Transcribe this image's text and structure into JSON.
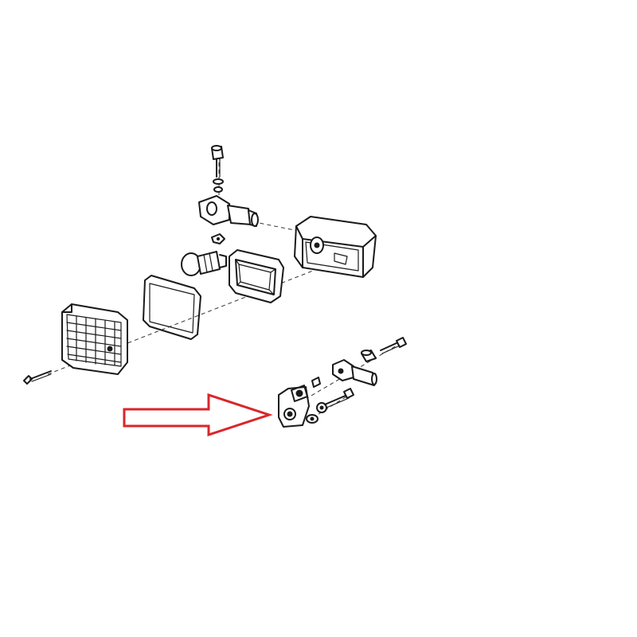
{
  "diagram": {
    "kind": "exploded parts view",
    "background": "#ffffff",
    "ink_color": "#1a1a1a",
    "highlight": {
      "shape": "arrow-outline",
      "direction": "right",
      "color": "#d9262b"
    },
    "parts": [
      "lens",
      "lens-gasket",
      "bulb",
      "bulb-socket-holder",
      "lamp-housing",
      "mounting-stalk",
      "stalk-bolt",
      "stalk-nut",
      "mounting-bracket",
      "bracket-bolt",
      "bracket-washer",
      "lens-screw"
    ]
  }
}
